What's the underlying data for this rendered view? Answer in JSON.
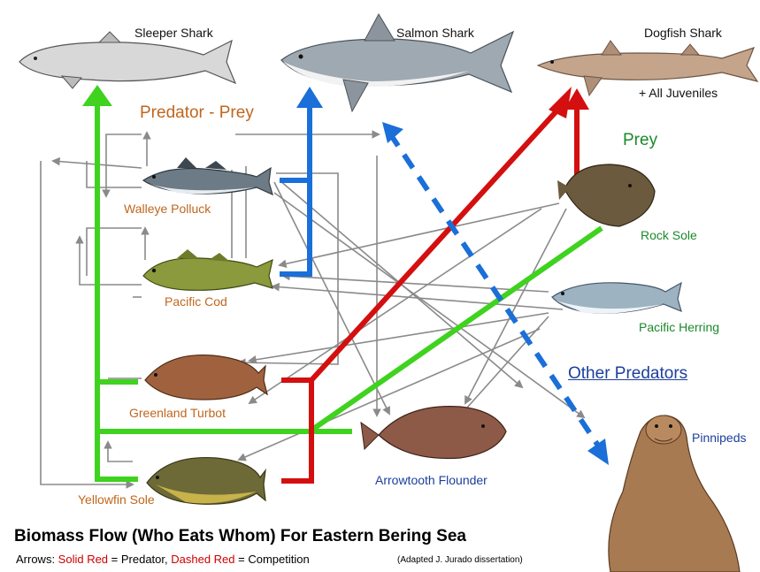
{
  "predators": {
    "sleeper_shark": "Sleeper Shark",
    "salmon_shark": "Salmon Shark",
    "dogfish_shark": "Dogfish Shark",
    "juveniles_note": "+ All Juveniles"
  },
  "headings": {
    "predator_prey": "Predator - Prey",
    "prey": "Prey",
    "other_predators": "Other Predators"
  },
  "species": {
    "walleye_pollock": "Walleye Polluck",
    "pacific_cod": "Pacific Cod",
    "greenland_turbot": "Greenland Turbot",
    "yellowfin_sole": "Yellowfin Sole",
    "rock_sole": "Rock Sole",
    "pacific_herring": "Pacific Herring",
    "arrowtooth_flounder": "Arrowtooth Flounder",
    "pinnipeds": "Pinnipeds"
  },
  "footer": {
    "title": "Biomass Flow (Who Eats Whom) For Eastern Bering Sea",
    "legend_prefix": "Arrows: ",
    "legend_solid": "Solid Red",
    "legend_solid_meaning": " = Predator, ",
    "legend_dashed": "Dashed Red",
    "legend_dashed_meaning": " = Competition",
    "credit": "(Adapted J. Jurado dissertation)"
  },
  "colors": {
    "green_flow": "#3fd21f",
    "blue_flow": "#1a6fd8",
    "red_flow": "#d40f0f",
    "gray_arrow": "#8a8a8a",
    "label_orange": "#c0661c",
    "label_green": "#1a8a2a",
    "label_blue": "#1c3f9c"
  }
}
